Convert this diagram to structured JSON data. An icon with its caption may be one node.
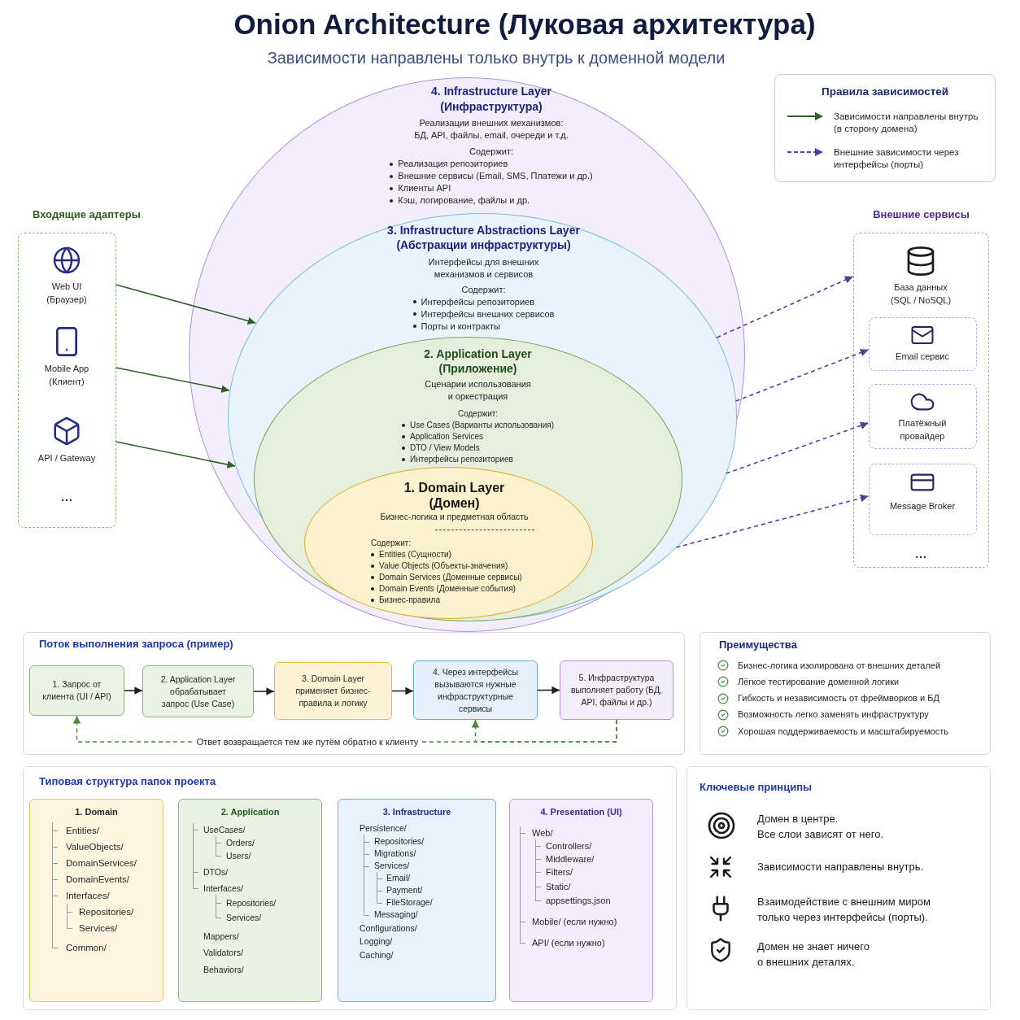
{
  "diagram": {
    "title": "Onion Architecture (Луковая архитектура)",
    "nodes": [
      {
        "text": [
          "4. Infrastructure Layer (Инфраструктура)",
          "Реализации внешних механизмов:",
          "БД, API, файлы, email, очереди и т.д.",
          "Содержит:",
          "Реализация репозиториев",
          "Внешние сервисы (Email, SMS, Платежи и др.)",
          "Клиенты API",
          "Кэш, логирование, файлы и др."
        ]
      },
      {
        "text": [
          "3. Infrastructure Abstractions Layer (Абстракции инфраструктуры)",
          "Интерфейсы для внешних механизмов и сервисов",
          "Содержит:",
          "Интерфейсы репозиториев",
          "Интерфейсы внешних сервисов",
          "Порты и контракты"
        ],
        "in": 0
      },
      {
        "text": [
          "2. Application Layer (Приложение)",
          "Сценарии использования и оркестрация",
          "Содержит:",
          "Use Cases (Варианты использования)",
          "Application Services",
          "DTO / View Models",
          "Интерфейсы репозиториев"
        ],
        "in": 1
      },
      {
        "text": [
          "1. Domain Layer (Домен)",
          "Бизнес-логика и предметная область",
          "Содержит:",
          "Entities (Сущности)",
          "Value Objects (Объекты-значения)",
          "Domain Services (Доменные сервисы)",
          "Domain Events (Доменные события)",
          "Бизнес-правила"
        ],
        "in": 2
      },
      {
        "text": [
          "Входящие адаптеры",
          "..."
        ]
      },
      {
        "text": [
          "Web UI (Браузер)"
        ],
        "in": 4
      },
      {
        "text": [
          "Mobile App (Клиент)"
        ],
        "in": 4
      },
      {
        "text": [
          "API / Gateway"
        ],
        "in": 4
      },
      {
        "text": [
          "Внешние сервисы",
          "..."
        ]
      },
      {
        "text": [
          "База данных (SQL / NoSQL)"
        ],
        "in": 8
      },
      {
        "text": [
          "Email сервис"
        ],
        "in": 8
      },
      {
        "text": [
          "Платёжный провайдер"
        ],
        "in": 8
      },
      {
        "text": [
          "Message Broker"
        ],
        "in": 8
      },
      {
        "text": [
          "Поток выполнения запроса (пример)"
        ]
      },
      {
        "text": [
          "1. Запрос от клиента (UI / API)"
        ],
        "in": 13
      },
      {
        "text": [
          "2. Application Layer обрабатывает запрос (Use Case)"
        ],
        "in": 13
      },
      {
        "text": [
          "3. Domain Layer применяет бизнес-правила и логику"
        ],
        "in": 13
      },
      {
        "text": [
          "4. Через интерфейсы вызываются нужные инфраструктурные сервисы"
        ],
        "in": 13
      },
      {
        "text": [
          "5. Инфраструктура выполняет работу (БД, API, файлы и др.)"
        ],
        "in": 13
      },
      {
        "text": [
          "Преимущества",
          "Бизнес-логика изолирована от внешних деталей",
          "Лёгкое тестирование доменной логики",
          "Гибкость и независимость от фреймворков и БД",
          "Возможность легко заменять инфраструктуру",
          "Хорошая поддерживаемость и масштабируемость"
        ]
      },
      {
        "text": [
          "Типовая структура папок проекта"
        ]
      },
      {
        "text": [
          "1. Domain",
          "Entities/",
          "ValueObjects/",
          "DomainServices/",
          "DomainEvents/",
          "Interfaces/",
          "Repositories/",
          "Services/",
          "Common/"
        ],
        "in": 20
      },
      {
        "text": [
          "2. Application",
          "UseCases/",
          "Orders/",
          "Users/",
          "DTOs/",
          "Interfaces/",
          "Repositories/",
          "Services/",
          "Mappers/",
          "Validators/",
          "Behaviors/"
        ],
        "in": 20
      },
      {
        "text": [
          "3. Infrastructure",
          "Persistence/",
          "Repositories/",
          "Migrations/",
          "Services/",
          "Email/",
          "Payment/",
          "FileStorage/",
          "Messaging/",
          "Configurations/",
          "Logging/",
          "Caching/"
        ],
        "in": 20
      },
      {
        "text": [
          "4. Presentation (UI)",
          "Web/",
          "Controllers/",
          "Middleware/",
          "Filters/",
          "Static/",
          "appsettings.json",
          "Mobile/ (если нужно)",
          "API/ (если нужно)"
        ],
        "in": 20
      },
      {
        "text": [
          "Ключевые принципы",
          "Домен в центре.",
          "Все слои зависят от него.",
          "Зависимости направлены внутрь.",
          "Взаимодействие с внешним миром только через интерфейсы (порты).",
          "Домен не знает ничего о внешних деталях."
        ]
      }
    ],
    "edges": [
      {
        "from": 5,
        "to": 1,
        "arrow": "to",
        "color": "#2e5e2a"
      },
      {
        "from": 6,
        "to": 1,
        "arrow": "to",
        "color": "#2e5e2a"
      },
      {
        "from": 7,
        "to": 1,
        "arrow": "to",
        "color": "#2e5e2a"
      },
      {
        "from": 1,
        "to": 9,
        "arrow": "to",
        "style": "dashed",
        "color": "#5b3a9c"
      },
      {
        "from": 1,
        "to": 10,
        "arrow": "to",
        "style": "dashed",
        "color": "#5b3a9c"
      },
      {
        "from": 1,
        "to": 11,
        "arrow": "to",
        "style": "dashed",
        "color": "#5b3a9c"
      },
      {
        "from": 1,
        "to": 12,
        "arrow": "to",
        "style": "dashed",
        "color": "#5b3a9c"
      },
      {
        "from": 14,
        "to": 15,
        "arrow": "to",
        "color": "#222222"
      },
      {
        "from": 15,
        "to": 16,
        "arrow": "to",
        "color": "#222222"
      },
      {
        "from": 16,
        "to": 17,
        "arrow": "to",
        "color": "#222222"
      },
      {
        "from": 17,
        "to": 18,
        "arrow": "to",
        "color": "#222222"
      },
      {
        "from": 18,
        "to": 14,
        "arrow": "to",
        "label": "Ответ возвращается тем же путём обратно к клиенту",
        "style": "dashed",
        "color": "#4a8a3a"
      },
      {
        "from": 18,
        "to": 17,
        "arrow": "to",
        "style": "dashed",
        "color": "#4a8a3a"
      }
    ],
    "labels": [
      "Зависимости направлены только внутрь к доменной модели",
      "Правила зависимостей"
    ],
    "legend": [
      {
        "text": "Зависимости направлены внутрь (в сторону домена)"
      },
      {
        "text": "Внешние зависимости через интерфейсы (порты)"
      }
    ]
  }
}
